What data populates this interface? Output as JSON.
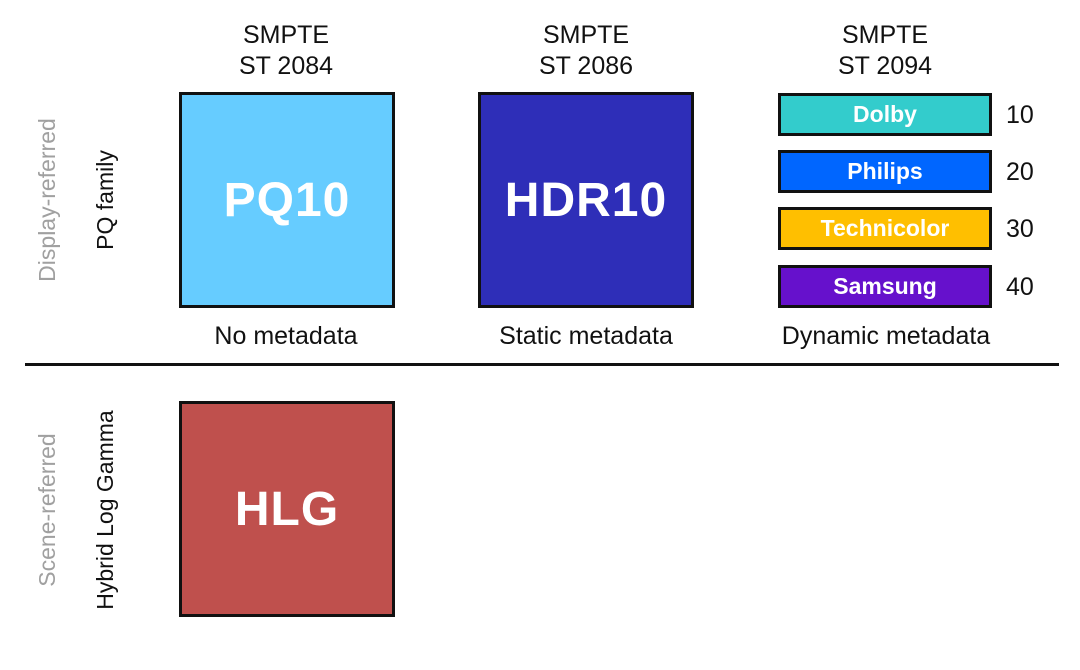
{
  "standards": [
    {
      "line1": "SMPTE",
      "line2": "ST 2084"
    },
    {
      "line1": "SMPTE",
      "line2": "ST 2086"
    },
    {
      "line1": "SMPTE",
      "line2": "ST 2094"
    }
  ],
  "boxes": {
    "pq10": {
      "label": "PQ10",
      "color": "#66ccff"
    },
    "hdr10": {
      "label": "HDR10",
      "color": "#2e2eb8"
    },
    "hlg": {
      "label": "HLG",
      "color": "#bf504d"
    }
  },
  "captions": {
    "no_metadata": "No metadata",
    "static_metadata": "Static metadata",
    "dynamic_metadata": "Dynamic metadata"
  },
  "dynamic_profiles": [
    {
      "name": "Dolby",
      "number": "10",
      "color": "#33cccc"
    },
    {
      "name": "Philips",
      "number": "20",
      "color": "#0066ff"
    },
    {
      "name": "Technicolor",
      "number": "30",
      "color": "#ffbf00"
    },
    {
      "name": "Samsung",
      "number": "40",
      "color": "#6611cc"
    }
  ],
  "side_labels": {
    "top_outer": "Display-referred",
    "top_inner": "PQ family",
    "bottom_outer": "Scene-referred",
    "bottom_inner": "Hybrid Log Gamma"
  }
}
